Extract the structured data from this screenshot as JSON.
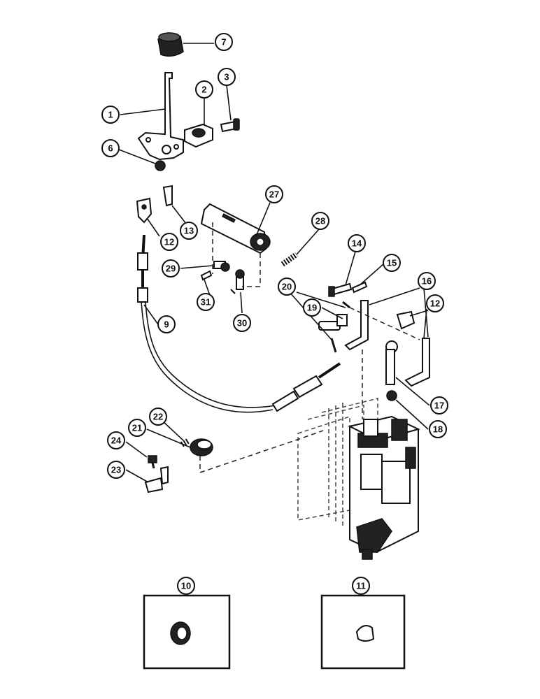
{
  "diagram": {
    "callouts": [
      {
        "key": "c7",
        "label": "7"
      },
      {
        "key": "c1",
        "label": "1"
      },
      {
        "key": "c2",
        "label": "2"
      },
      {
        "key": "c3",
        "label": "3"
      },
      {
        "key": "c6",
        "label": "6"
      },
      {
        "key": "c12a",
        "label": "12"
      },
      {
        "key": "c13",
        "label": "13"
      },
      {
        "key": "c27",
        "label": "27"
      },
      {
        "key": "c28",
        "label": "28"
      },
      {
        "key": "c14",
        "label": "14"
      },
      {
        "key": "c15",
        "label": "15"
      },
      {
        "key": "c29",
        "label": "29"
      },
      {
        "key": "c31",
        "label": "31"
      },
      {
        "key": "c30",
        "label": "30"
      },
      {
        "key": "c20",
        "label": "20"
      },
      {
        "key": "c19",
        "label": "19"
      },
      {
        "key": "c16",
        "label": "16"
      },
      {
        "key": "c12b",
        "label": "12"
      },
      {
        "key": "c9",
        "label": "9"
      },
      {
        "key": "c17",
        "label": "17"
      },
      {
        "key": "c18",
        "label": "18"
      },
      {
        "key": "c22",
        "label": "22"
      },
      {
        "key": "c21",
        "label": "21"
      },
      {
        "key": "c24",
        "label": "24"
      },
      {
        "key": "c23",
        "label": "23"
      },
      {
        "key": "c10",
        "label": "10"
      },
      {
        "key": "c11",
        "label": "11"
      }
    ]
  }
}
